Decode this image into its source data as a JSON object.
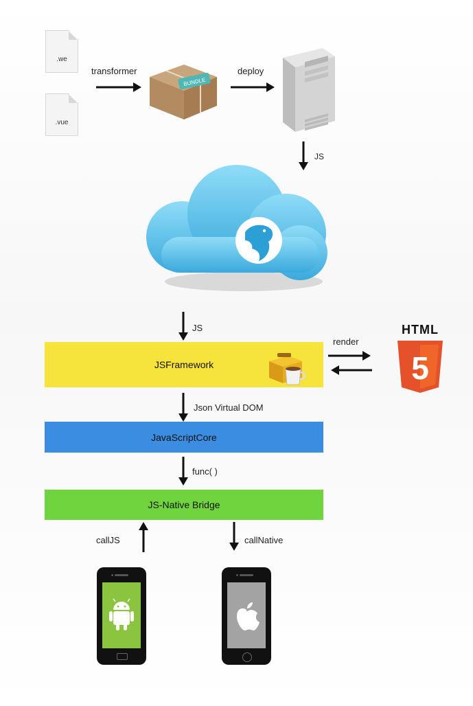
{
  "files": [
    ".we",
    ".vue"
  ],
  "bundle_tag": "BUNDLE",
  "edges": {
    "transformer": "transformer",
    "deploy": "deploy",
    "js_server": "JS",
    "js_cloud": "JS",
    "render": "render",
    "json_vdom": "Json Virtual DOM",
    "func": "func( )",
    "call_js": "callJS",
    "call_native": "callNative"
  },
  "layers": {
    "jsframework": "JSFramework",
    "javascriptcore": "JavaScriptCore",
    "bridge": "JS-Native Bridge"
  },
  "html5_logo": "HTML",
  "html5_digit": "5",
  "colors": {
    "jsframework": "#f6e33b",
    "javascriptcore": "#3a8de0",
    "bridge": "#6fd43e",
    "html5": "#e4512a",
    "android": "#8bc53f",
    "ios_screen": "#a3a3a3",
    "cloud": "#5cc3ec"
  }
}
